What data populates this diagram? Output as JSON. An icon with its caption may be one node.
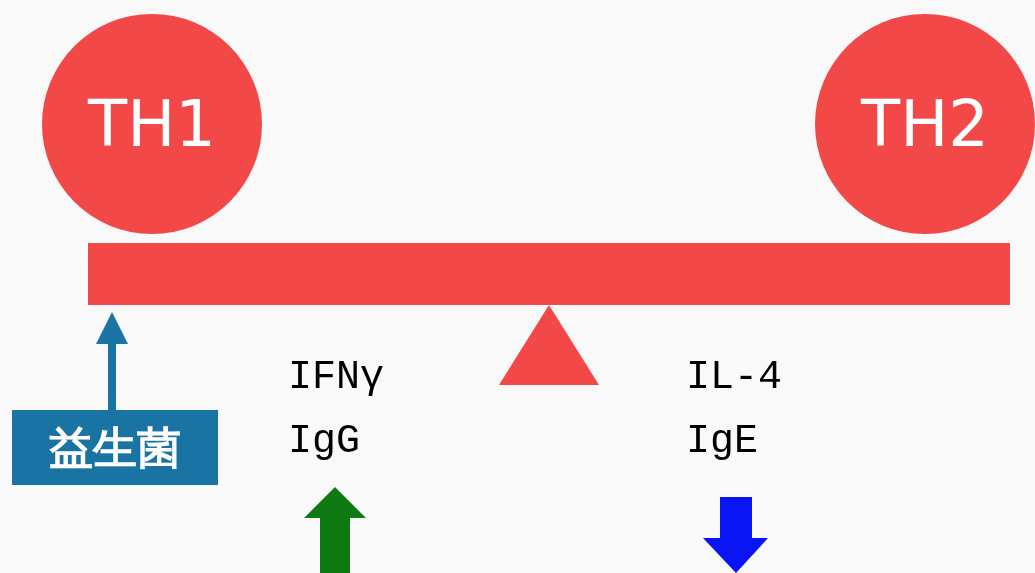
{
  "diagram": {
    "nodes": [
      {
        "text": [
          "TH1"
        ]
      },
      {
        "text": [
          "TH2"
        ]
      },
      {
        "text": [],
        "shape": "bar"
      },
      {
        "text": [
          "益生菌"
        ]
      },
      {
        "text": [],
        "shape": "triangle"
      }
    ],
    "edges": [
      {
        "from": 3,
        "to": 2,
        "arrow": "to",
        "color": "#1a74a3"
      }
    ],
    "labels": [
      "IFNγ",
      "IgG",
      "IL-4",
      "IgE"
    ]
  }
}
